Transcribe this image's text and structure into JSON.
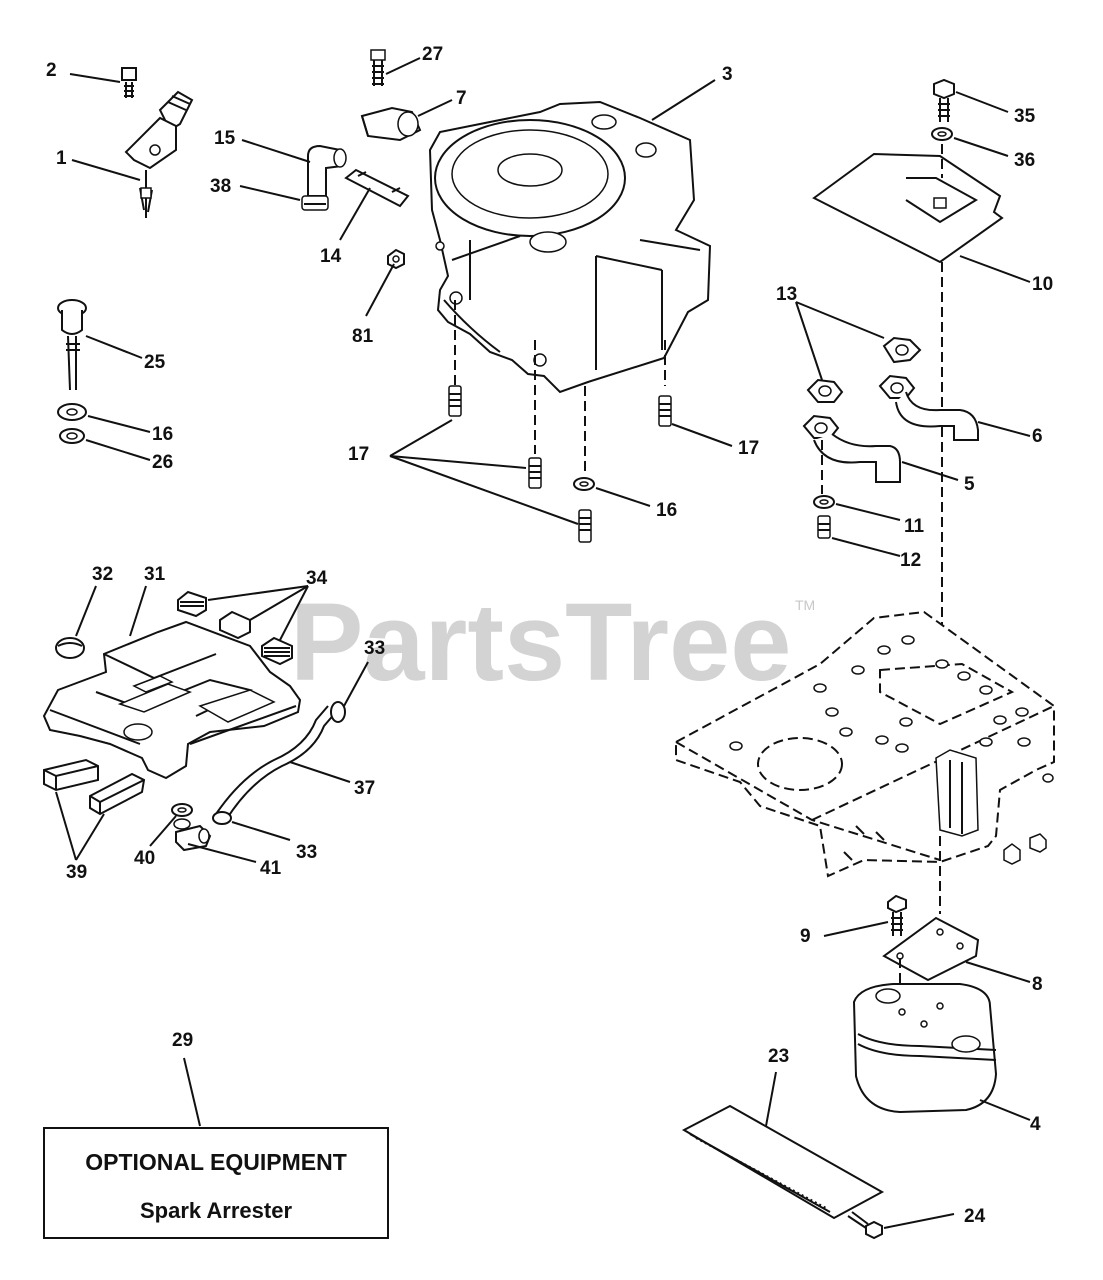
{
  "watermark": {
    "text": "PartsTree",
    "trademark": "TM"
  },
  "optional_box": {
    "title": "OPTIONAL EQUIPMENT",
    "subtitle": "Spark Arrester"
  },
  "callouts": {
    "c1": "1",
    "c2": "2",
    "c3": "3",
    "c4": "4",
    "c5": "5",
    "c6": "6",
    "c7": "7",
    "c8": "8",
    "c9": "9",
    "c10": "10",
    "c11": "11",
    "c12": "12",
    "c13": "13",
    "c14": "14",
    "c15": "15",
    "c16a": "16",
    "c16b": "16",
    "c17a": "17",
    "c17b": "17",
    "c23": "23",
    "c24": "24",
    "c25": "25",
    "c26": "26",
    "c27": "27",
    "c29": "29",
    "c31": "31",
    "c32": "32",
    "c33a": "33",
    "c33b": "33",
    "c34": "34",
    "c35": "35",
    "c36": "36",
    "c37": "37",
    "c38": "38",
    "c39": "39",
    "c40": "40",
    "c41": "41",
    "c81": "81"
  }
}
